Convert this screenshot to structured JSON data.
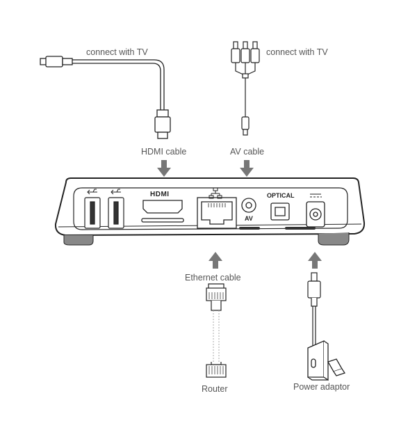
{
  "labels": {
    "hdmi_connect": "connect with TV",
    "av_connect": "connect with TV",
    "hdmi_cable": "HDMI cable",
    "av_cable": "AV cable",
    "ethernet_cable": "Ethernet cable",
    "router": "Router",
    "power_adaptor": "Power adaptor"
  },
  "ports": {
    "hdmi": "HDMI",
    "av": "AV",
    "optical": "OPTICAL"
  },
  "colors": {
    "line": "#222222",
    "arrow": "#777777",
    "text": "#555555"
  }
}
